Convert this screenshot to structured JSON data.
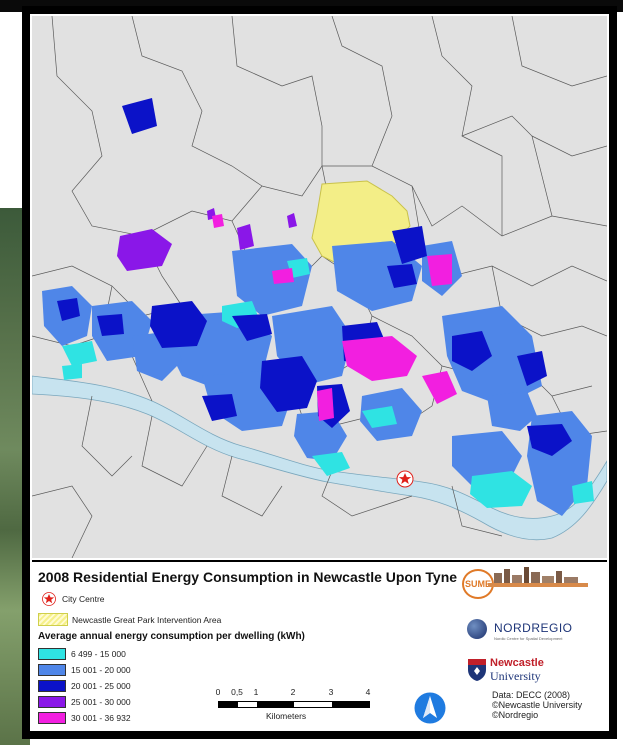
{
  "map": {
    "title": "2008 Residential Energy Consumption in Newcastle Upon Tyne",
    "background_color": "#e1e1e1",
    "river_color": "#c7e3ef",
    "boundary_color": "#555555",
    "city_centre_color": "#e0201a",
    "great_park_color": "#f3ee87"
  },
  "legend": {
    "city_centre_label": "City Centre",
    "intervention_label": "Newcastle Great Park Intervention Area",
    "subtitle": "Average annual energy consumption per dwelling (kWh)",
    "classes": [
      {
        "label": "6 499 - 15 000",
        "color": "#2fe3e3"
      },
      {
        "label": "15 001 - 20 000",
        "color": "#4f86e8"
      },
      {
        "label": "20 001 - 25 000",
        "color": "#0b12c8"
      },
      {
        "label": "25 001 - 30 000",
        "color": "#8a17e8"
      },
      {
        "label": "30 001 - 36 932",
        "color": "#f21fe0"
      }
    ]
  },
  "scale": {
    "ticks": [
      "0",
      "0,5",
      "1",
      "2",
      "3",
      "4"
    ],
    "unit": "Kilometers"
  },
  "logos": {
    "sume": "SUME",
    "nordregio": "NORDREGIO",
    "nordregio_sub": "Nordic Centre for Spatial Development",
    "newcastle_line1": "Newcastle",
    "newcastle_line2": "University"
  },
  "credits": {
    "line1": "Data: DECC (2008)",
    "line2": "©Newcastle University",
    "line3": "©Nordregio"
  }
}
